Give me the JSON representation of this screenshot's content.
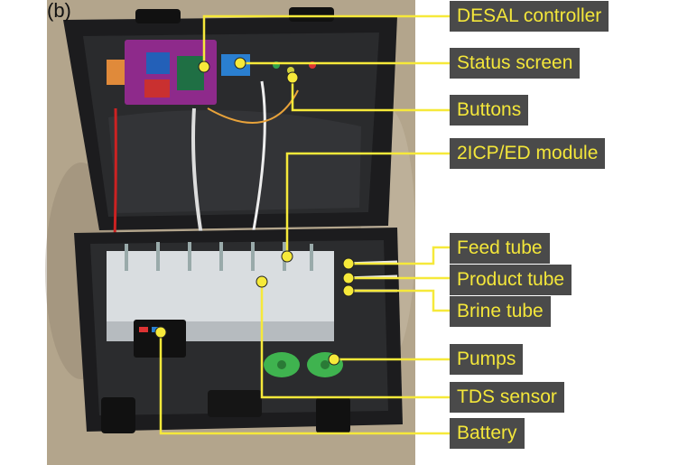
{
  "panel_letter": "(b)",
  "colors": {
    "label_bg": "#4a4a4a",
    "label_text": "#f3e63a",
    "leader_line": "#f6e93a",
    "case": "#1c1c1e",
    "ground": "#b9ab92"
  },
  "labels": {
    "desal_controller": "DESAL controller",
    "status_screen": "Status screen",
    "buttons": "Buttons",
    "module": "2ICP/ED module",
    "feed_tube": "Feed tube",
    "product_tube": "Product tube",
    "brine_tube": "Brine tube",
    "pumps": "Pumps",
    "tds_sensor": "TDS sensor",
    "battery": "Battery"
  }
}
